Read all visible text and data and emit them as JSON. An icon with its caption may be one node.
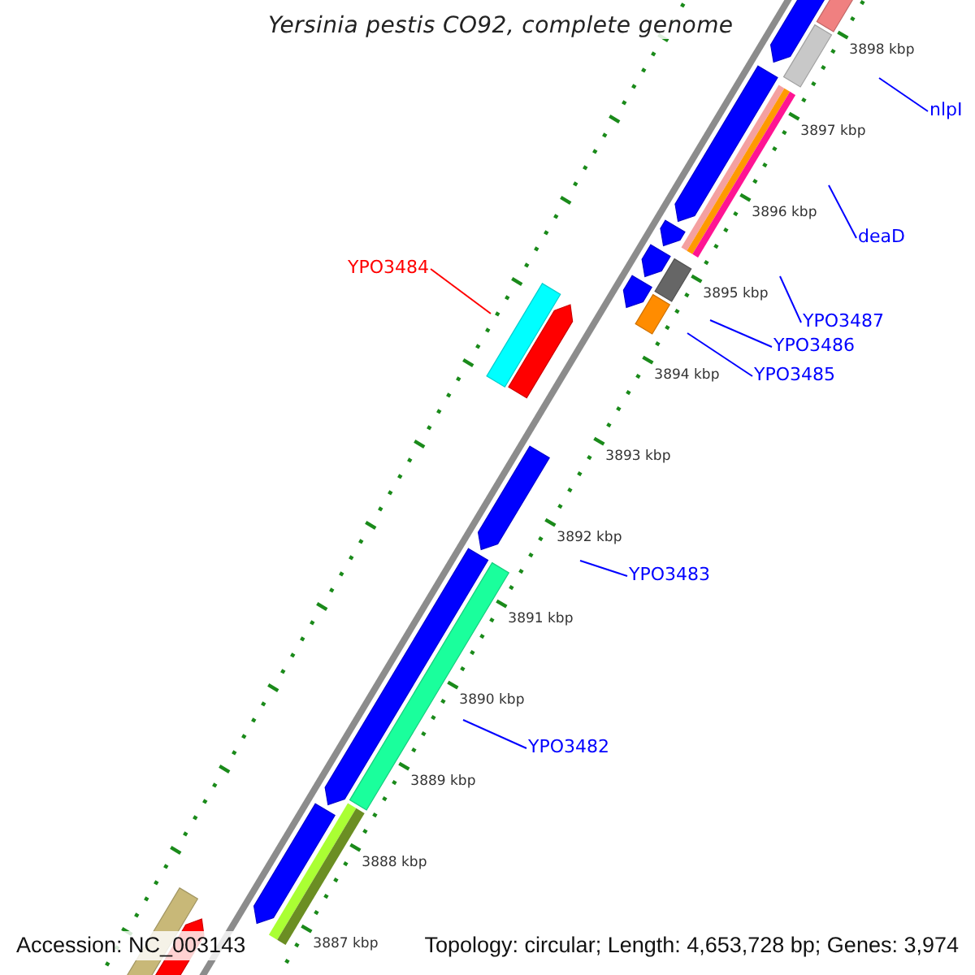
{
  "diagram": {
    "title": "Yersinia pestis CO92, complete genome",
    "nodes": [
      {
        "text": [
          "nlpI"
        ]
      },
      {
        "text": [
          "deaD"
        ]
      },
      {
        "text": [
          "YPO3487"
        ]
      },
      {
        "text": [
          "YPO3486"
        ]
      },
      {
        "text": [
          "YPO3485"
        ]
      },
      {
        "text": [
          "YPO3484"
        ]
      },
      {
        "text": [
          "YPO3483"
        ]
      },
      {
        "text": [
          "YPO3482"
        ]
      }
    ],
    "edges": [
      {
        "from": 0,
        "to": null,
        "arrow": "none"
      },
      {
        "from": 1,
        "to": null,
        "arrow": "none"
      },
      {
        "from": 2,
        "to": null,
        "arrow": "none"
      },
      {
        "from": 3,
        "to": null,
        "arrow": "none"
      },
      {
        "from": 4,
        "to": null,
        "arrow": "none"
      },
      {
        "from": 5,
        "to": null,
        "arrow": "none",
        "color": "#ff0000"
      },
      {
        "from": 6,
        "to": null,
        "arrow": "none"
      },
      {
        "from": 7,
        "to": null,
        "arrow": "none"
      }
    ],
    "labels": [
      "3898 kbp",
      "3897 kbp",
      "3896 kbp",
      "3895 kbp",
      "3894 kbp",
      "3893 kbp",
      "3892 kbp",
      "3891 kbp",
      "3890 kbp",
      "3889 kbp",
      "3888 kbp",
      "Accession: NC_003143",
      "3887 kbp",
      "Topology: circular; Length: 4,653,728 bp; Genes: 3,974"
    ]
  }
}
